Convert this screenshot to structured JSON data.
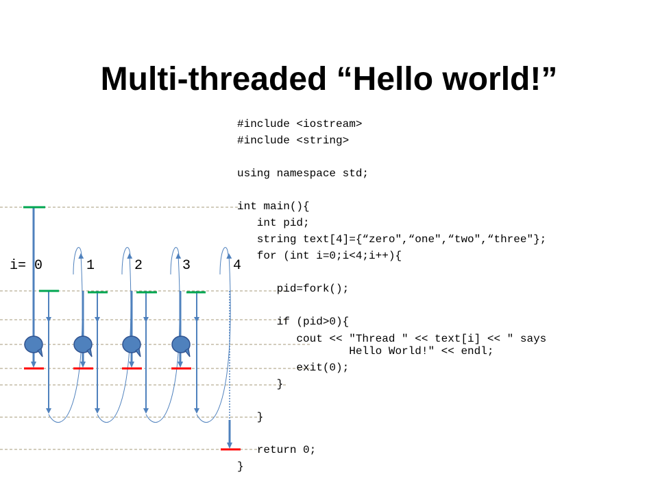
{
  "slide": {
    "title": "Multi-threaded “Hello world!”"
  },
  "code": [
    "#include <iostream>",
    "#include <string>",
    "",
    "using namespace std;",
    "",
    "int main(){",
    "   int pid;",
    "   string text[4]={“zero\",“one\",“two\",“three\"};",
    "   for (int i=0;i<4;i++){",
    "",
    "      pid=fork();",
    "",
    "      if (pid>0){",
    "         cout << \"Thread \" << text[i] << \" says",
    "                 Hello World!\" << endl;",
    "         exit(0);",
    "      }",
    "",
    "   }",
    "",
    "   return 0;",
    "}"
  ],
  "diagram": {
    "i_labels": [
      "i= 0",
      "1",
      "2",
      "3",
      "4"
    ],
    "colors": {
      "thread_line": "#4f81bd",
      "fork_arc": "#4f81bd",
      "thread_start": "#00a650",
      "thread_end": "#ff0000",
      "speech_bubble": "#4f81bd",
      "guide_line": "#a69a7a",
      "dotted_line": "#4f81bd"
    },
    "speech_bubble_icon": "speech-bubble-icon"
  }
}
